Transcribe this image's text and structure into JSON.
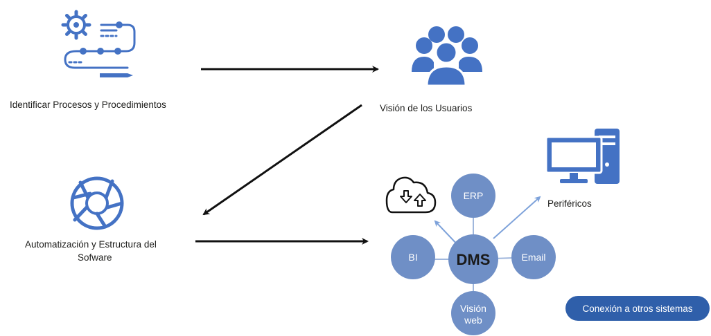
{
  "labels": {
    "identify": "Identificar Procesos y Procedimientos",
    "users": "Visión de los Usuarios",
    "automation_line1": "Automatización y Estructura del",
    "automation_line2": "Sofware",
    "peripherals": "Periféricos"
  },
  "hub": {
    "center": "DMS",
    "erp": "ERP",
    "bi": "BI",
    "email": "Email",
    "web_line1": "Visión",
    "web_line2": "web"
  },
  "badge": {
    "label": "Conexión a otros sistemas"
  },
  "colors": {
    "accent": "#4472c4",
    "node_fill": "#6f8fc6",
    "arrow_dark": "#111111",
    "arrow_light": "#7ea2da",
    "badge_fill": "#2f5faa"
  },
  "icons": [
    "process-gear-flow-icon",
    "users-group-icon",
    "aperture-icon",
    "cloud-sync-icon",
    "computer-monitor-icon"
  ]
}
